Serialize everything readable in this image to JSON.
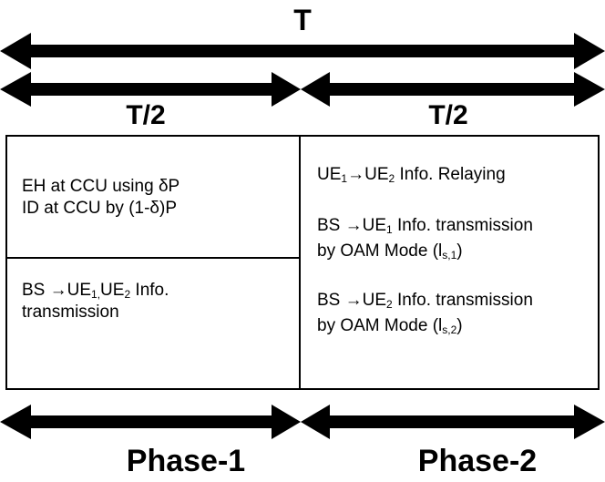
{
  "top_label": "T",
  "half_label_left": "T/2",
  "half_label_right": "T/2",
  "phase1": {
    "cell_top": {
      "line1": "EH at CCU using δP",
      "line2": "ID at CCU by (1-δ)P"
    },
    "cell_bottom": {
      "prefix": "BS ",
      "arrow": "→",
      "ue1": "UE",
      "sub1": "1,",
      "ue2": "UE",
      "sub2": "2",
      "suffix": " Info.",
      "line2": "transmission"
    }
  },
  "phase2": {
    "item1": {
      "ue1": "UE",
      "sub1": "1",
      "arrow": "→",
      "ue2": "UE",
      "sub2": "2",
      "suffix": " Info. Relaying"
    },
    "item2": {
      "prefix": "BS ",
      "arrow": "→",
      "ue": "UE",
      "sub": "1",
      "suffix": " Info. transmission",
      "line2a": "by OAM Mode (l",
      "line2sub": "s,1",
      "line2b": ")"
    },
    "item3": {
      "prefix": "BS ",
      "arrow": "→",
      "ue": "UE",
      "sub": "2",
      "suffix": " Info. transmission",
      "line2a": "by OAM Mode (l",
      "line2sub": "s,2",
      "line2b": ")"
    }
  },
  "phase_label_left": "Phase-1",
  "phase_label_right": "Phase-2"
}
